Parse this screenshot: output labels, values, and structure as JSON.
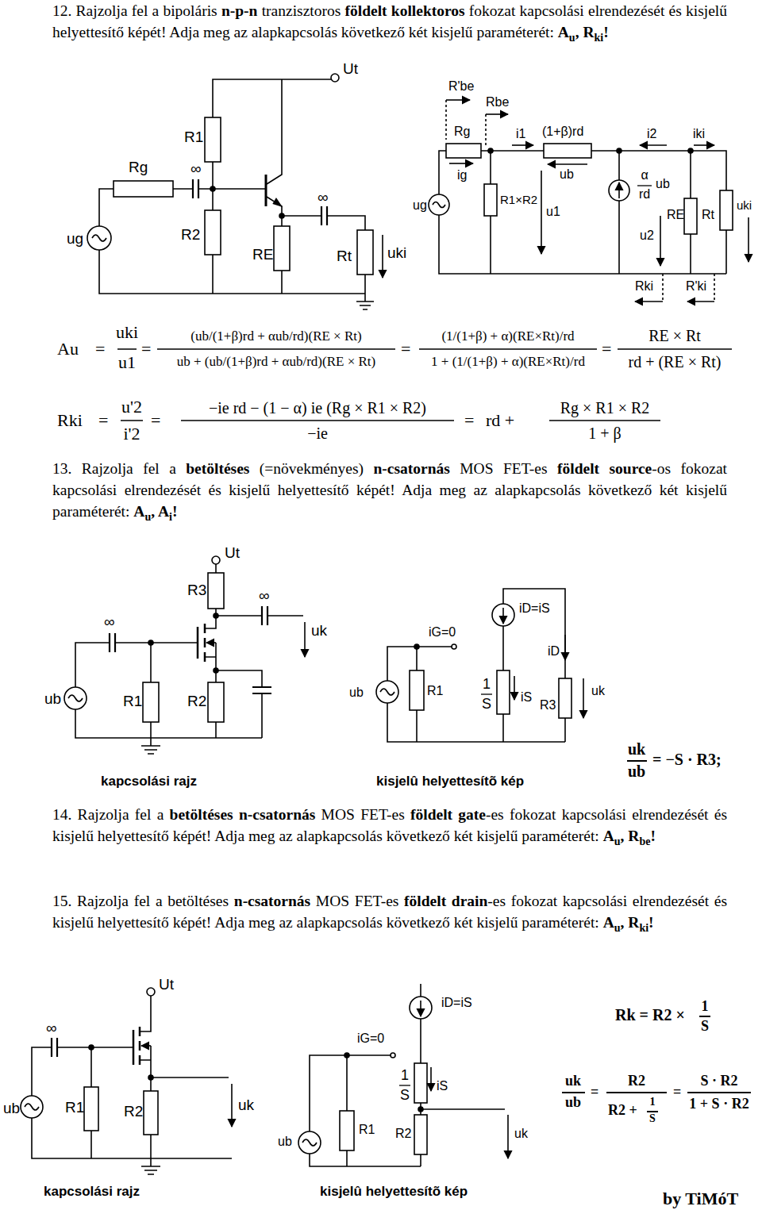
{
  "diagram": {
    "labels": [
      "12. Rajzolja fel a bipoláris ",
      "n-p-n",
      " tranzisztoros ",
      "földelt kollektoros",
      " fokozat kapcsolási elrendezését és kisjelű helyettesítő képét! Adja meg az alapkapcsolás következő két kisjelű paraméterét: ",
      "A",
      "u",
      ", ",
      "R",
      "ki",
      "!",
      "Ut",
      "R1",
      "Rg",
      "∞",
      "R2",
      "ug",
      "RE",
      "∞",
      "Rt",
      "uki",
      "R'be",
      "Rbe",
      "Rg",
      "ig",
      "i1",
      "ub",
      "(1+β)rd",
      "α",
      "rd",
      "ub",
      "iki",
      "ug",
      "R1×R2",
      "u1",
      "u2",
      "i2",
      "RE",
      "Rt",
      "uki",
      "Rki",
      "R'ki",
      "Au",
      "=",
      "uki",
      "u1",
      "=",
      "(ub/(1+β)rd + αub/rd)(RE × Rt)",
      "ub + (ub/(1+β)rd + αub/rd)(RE × Rt)",
      "=",
      "(1/(1+β) + α)(RE×Rt)/rd",
      "1 + (1/(1+β) + α)(RE×Rt)/rd",
      "=",
      "RE × Rt",
      "rd + (RE × Rt)",
      "Rki",
      "=",
      "u'2",
      "i'2",
      "=",
      "−ie rd − (1 − α) ie (Rg × R1 × R2)",
      "−ie",
      "=",
      "rd +",
      "Rg × R1 × R2",
      "1 + β",
      "13. Rajzolja fel a ",
      "betöltéses",
      " (=növekményes) ",
      "n-csatornás",
      " MOS FET-es ",
      "földelt source",
      "-os fokozat kapcsolási elrendezését és kisjelű helyettesítő képét! Adja meg az alapkapcsolás következő két kisjelű paraméterét: ",
      "A",
      "u",
      ", ",
      "A",
      "i",
      "!",
      "Ut",
      "R3",
      "∞",
      "uk",
      "∞",
      "ub",
      "R1",
      "R2",
      "kapcsolási rajz",
      "iG=0",
      "iD=iS",
      "iD",
      "ub",
      "R1",
      "1",
      "S",
      "iS",
      "R3",
      "uk",
      "kisjelû helyettesítõ kép",
      "uk",
      "ub",
      "= −S · R3;",
      "14. Rajzolja fel a ",
      "betöltéses n-csatornás",
      " MOS FET-es ",
      "földelt gate",
      "-es fokozat kapcsolási elrendezését és kisjelű helyettesítő képét! Adja meg az alapkapcsolás következő két kisjelű paraméterét: ",
      "A",
      "u",
      ", ",
      "R",
      "be",
      "!",
      "15. Rajzolja fel a betöltéses ",
      "n-csatornás",
      " MOS FET-es ",
      "földelt drain",
      "-es fokozat kapcsolási elrendezését és kisjelű helyettesítő képét! Adja meg az alapkapcsolás következő két kisjelű paraméterét: ",
      "A",
      "u",
      ", ",
      "R",
      "ki",
      "!",
      "Ut",
      "∞",
      "ub",
      "R1",
      "R2",
      "uk",
      "kapcsolási rajz",
      "iG=0",
      "iD=iS",
      "1",
      "S",
      "iS",
      "R2",
      "ub",
      "R1",
      "uk",
      "kisjelû helyettesítõ kép",
      "Rk = R2 ×",
      "1",
      "S",
      "uk",
      "ub",
      "=",
      "R2",
      "R2 +",
      "1",
      "S",
      "=",
      "S · R2",
      "1 + S · R2",
      "by TiMóT"
    ]
  }
}
